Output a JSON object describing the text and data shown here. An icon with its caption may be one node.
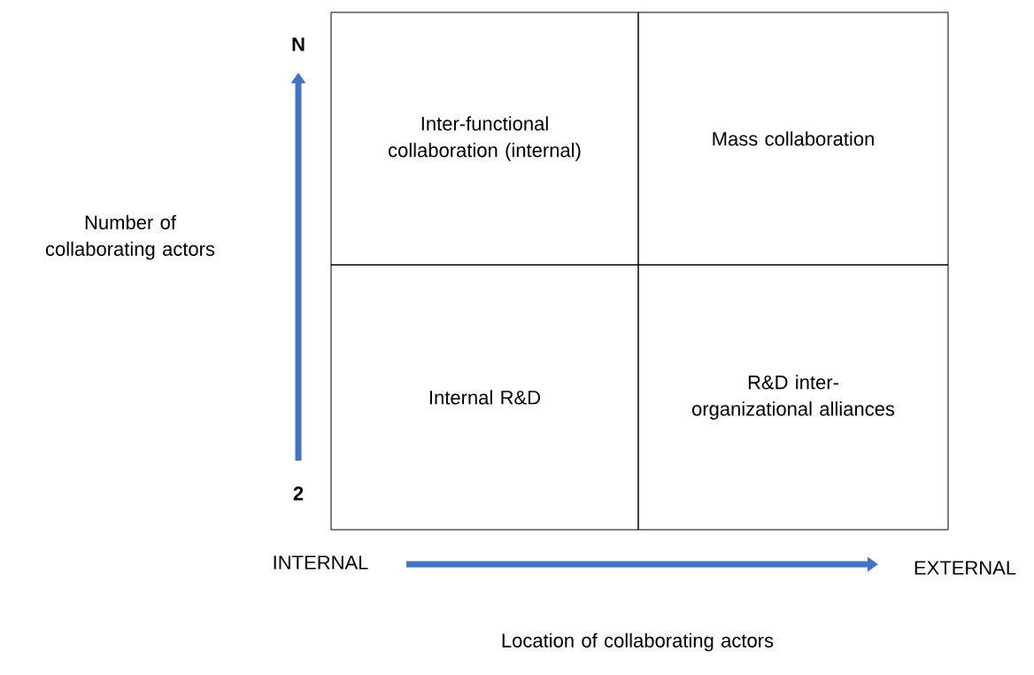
{
  "diagram": {
    "nodes": [
      {
        "text": [
          "Inter-functional collaboration (internal)"
        ]
      },
      {
        "text": [
          "Mass collaboration"
        ]
      },
      {
        "text": [
          "Internal R&D"
        ]
      },
      {
        "text": [
          "R&D inter-organizational alliances"
        ]
      }
    ],
    "labels": [
      "N",
      "Number of collaborating actors",
      "2",
      "INTERNAL",
      "EXTERNAL",
      "Location of collaborating actors"
    ]
  }
}
